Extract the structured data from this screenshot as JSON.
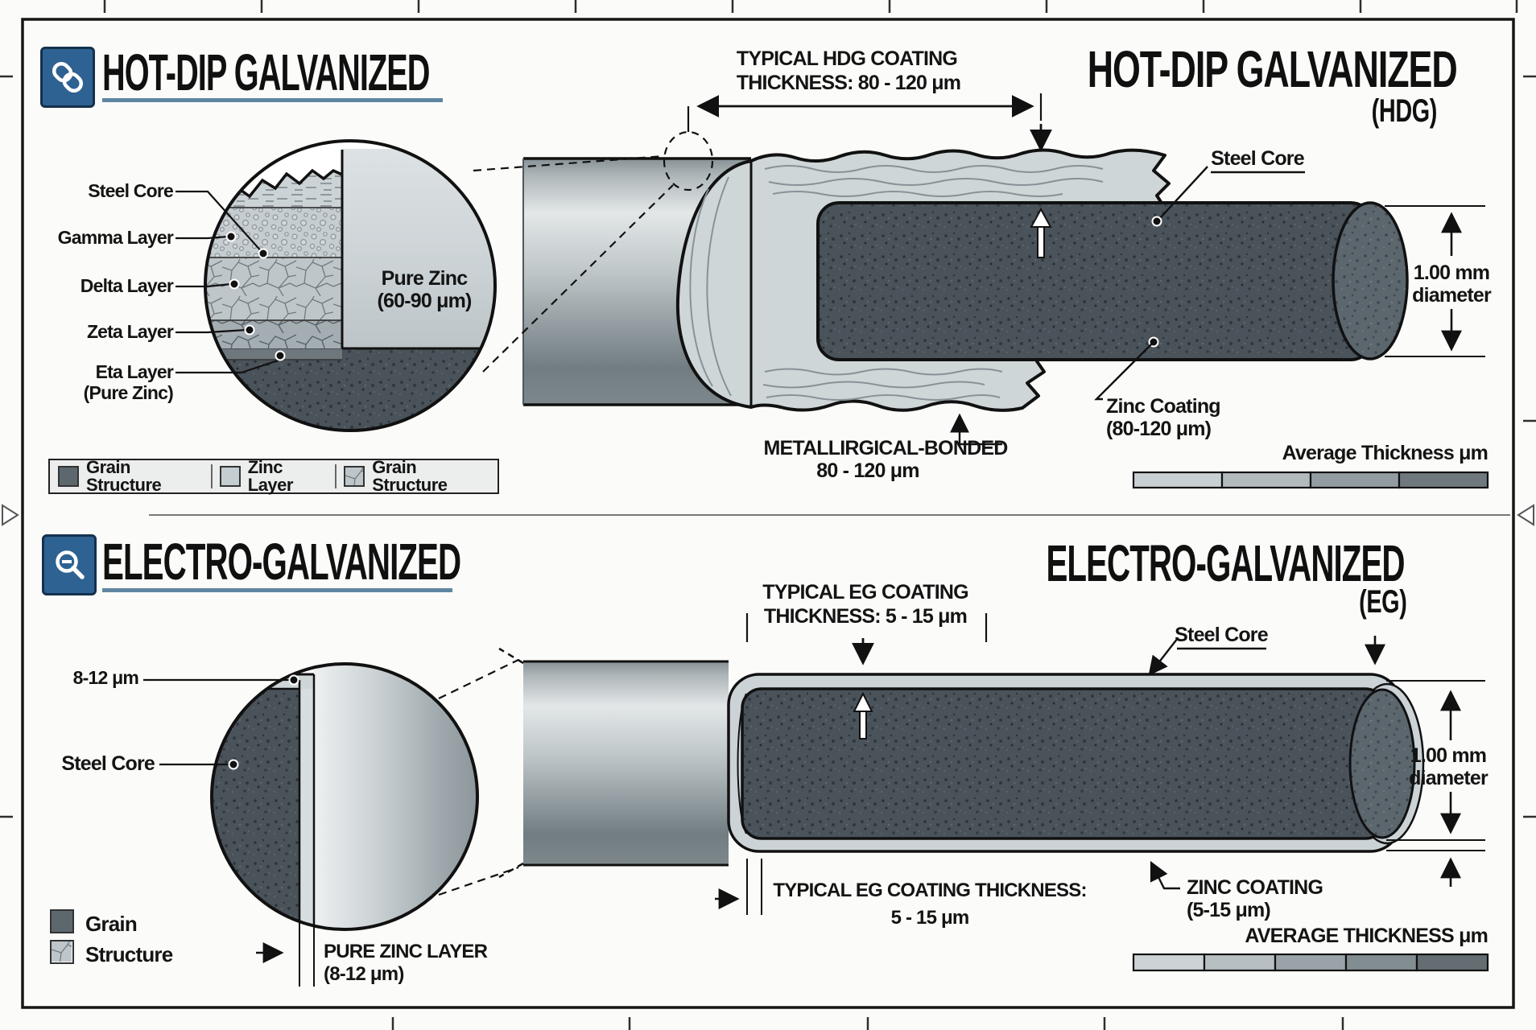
{
  "colors": {
    "accent_blue": "#2e6292",
    "title_underline": "#5e86a1",
    "ink": "#141414",
    "steel_dark": "#4a525a",
    "zinc_light": "#ccd3d6",
    "hdg_bar_segments": [
      "#c9d0d3",
      "#b2babd",
      "#939da1",
      "#6e787d"
    ],
    "eg_bar_segments": [
      "#ccd2d5",
      "#b7bfc2",
      "#9aa4a8",
      "#828d91",
      "#636d72"
    ]
  },
  "hdg": {
    "title": "HOT-DIP GALVANIZED",
    "right_title": "HOT-DIP GALVANIZED",
    "right_abbr": "(HDG)",
    "layers": {
      "steel_core": "Steel Core",
      "gamma": "Gamma Layer",
      "delta": "Delta Layer",
      "zeta": "Zeta Layer",
      "eta_line1": "Eta Layer",
      "eta_line2": "(Pure Zinc)"
    },
    "pure_zinc_line1": "Pure Zinc",
    "pure_zinc_line2": "(60-90 μm)",
    "legend": {
      "item1": "Grain Structure",
      "item2": "Zinc Layer",
      "item3": "Grain Structure"
    },
    "coating_dim_line1": "TYPICAL HDG COATING",
    "coating_dim_line2": "THICKNESS: 80 - 120 μm",
    "steel_core_label": "Steel Core",
    "diameter_line1": "1.00 mm",
    "diameter_line2": "diameter",
    "zinc_coating_line1": "Zinc Coating",
    "zinc_coating_line2": "(80-120 μm)",
    "bonded_line1": "METALLIRGICAL-BONDED",
    "bonded_line2": "80 - 120 μm",
    "avg_thickness_label": "Average Thickness μm"
  },
  "eg": {
    "title": "ELECTRO-GALVANIZED",
    "right_title": "ELECTRO-GALVANIZED",
    "right_abbr": "(EG)",
    "thin_layer_label": "8-12 μm",
    "steel_core_left_label": "Steel Core",
    "pure_zinc_line1": "PURE ZINC LAYER",
    "pure_zinc_line2": "(8-12 μm)",
    "legend_line1": "Grain",
    "legend_line2": "Structure",
    "coating_dim_line1": "TYPICAL EG COATING",
    "coating_dim_line2": "THICKNESS: 5 - 15 μm",
    "coating_dim_bottom_line1": "TYPICAL EG COATING THICKNESS:",
    "coating_dim_bottom_line2": "5 - 15 μm",
    "steel_core_label": "Steel Core",
    "diameter_line1": "1.00 mm",
    "diameter_line2": "diameter",
    "zinc_coating_line1": "ZINC COATING",
    "zinc_coating_line2": "(5-15 μm)",
    "avg_thickness_label": "AVERAGE THICKNESS μm"
  }
}
